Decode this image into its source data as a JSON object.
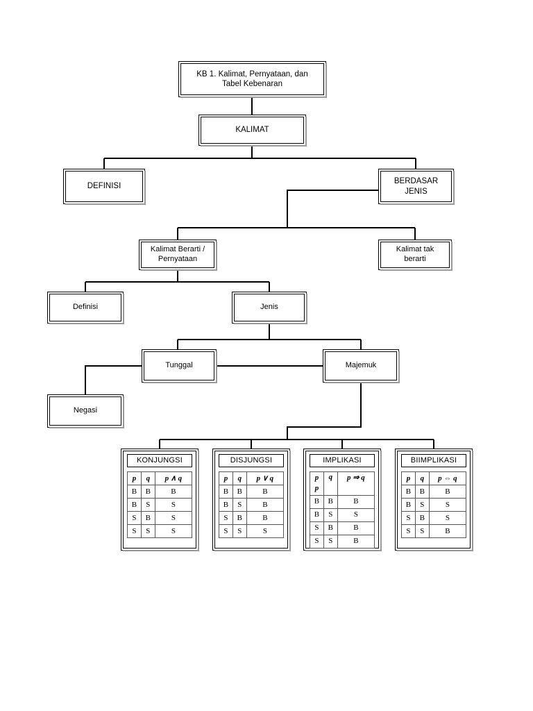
{
  "diagram": {
    "title": "KB 1. Kalimat, Pernyataan, dan Tabel Kebenaran",
    "nodes": {
      "root": "KB 1. Kalimat, Pernyataan, dan\nTabel Kebenaran",
      "kalimat": "KALIMAT",
      "definisi_upper": "DEFINISI",
      "berdasar_jenis": "BERDASAR\nJENIS",
      "kalimat_berarti": "Kalimat Berarti /\nPernyataan",
      "kalimat_tak_berarti": "Kalimat tak\nberarti",
      "definisi_lower": "Definisi",
      "jenis": "Jenis",
      "tunggal": "Tunggal",
      "majemuk": "Majemuk",
      "negasi": "Negasi"
    }
  },
  "truth_tables": [
    {
      "name": "KONJUNGSI",
      "columns": [
        "p",
        "q",
        "p ∧ q"
      ],
      "header_extra": "",
      "rows": [
        [
          "B",
          "B",
          "B"
        ],
        [
          "B",
          "S",
          "S"
        ],
        [
          "S",
          "B",
          "S"
        ],
        [
          "S",
          "S",
          "S"
        ]
      ]
    },
    {
      "name": "DISJUNGSI",
      "columns": [
        "p",
        "q",
        "p ∨ q"
      ],
      "header_extra": "",
      "rows": [
        [
          "B",
          "B",
          "B"
        ],
        [
          "B",
          "S",
          "B"
        ],
        [
          "S",
          "B",
          "B"
        ],
        [
          "S",
          "S",
          "S"
        ]
      ]
    },
    {
      "name": "IMPLIKASI",
      "columns": [
        "p",
        "q",
        "p ⇒ q"
      ],
      "header_extra": "p",
      "rows": [
        [
          "B",
          "B",
          "B"
        ],
        [
          "B",
          "S",
          "S"
        ],
        [
          "S",
          "B",
          "B"
        ],
        [
          "S",
          "S",
          "B"
        ]
      ]
    },
    {
      "name": "BIIMPLIKASI",
      "columns": [
        "p",
        "q",
        "p ⇔ q"
      ],
      "header_extra": "",
      "rows": [
        [
          "B",
          "B",
          "B"
        ],
        [
          "B",
          "S",
          "S"
        ],
        [
          "S",
          "B",
          "S"
        ],
        [
          "S",
          "S",
          "B"
        ]
      ]
    }
  ],
  "colors": {
    "line": "#000000",
    "shadow": "#9a9a9a",
    "background": "#ffffff"
  }
}
